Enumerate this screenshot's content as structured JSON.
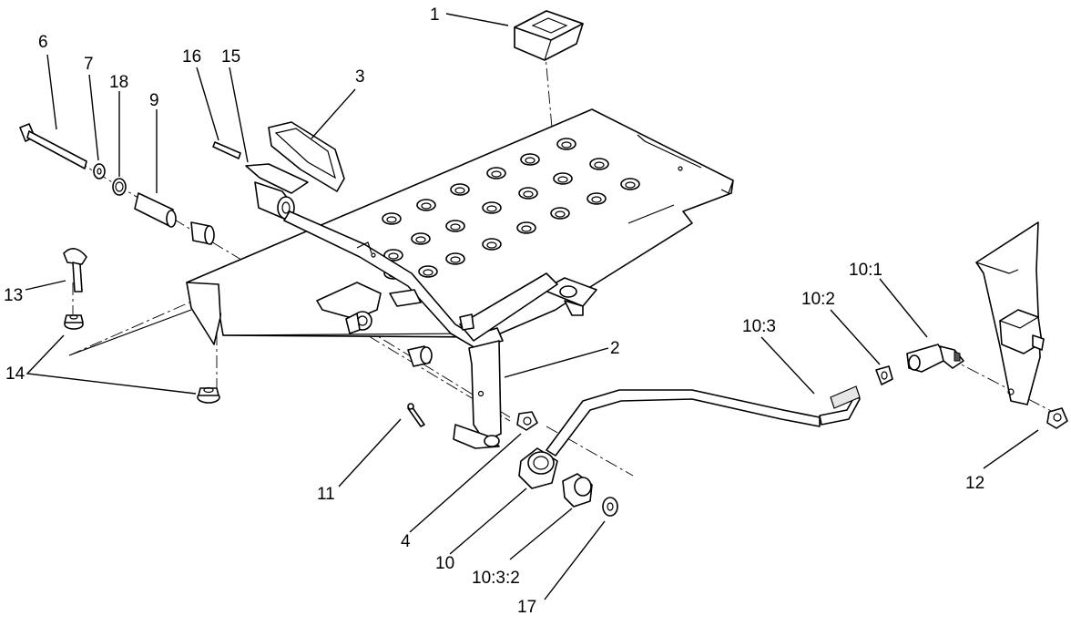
{
  "callouts": {
    "c1": "1",
    "c2": "2",
    "c3": "3",
    "c4": "4",
    "c6": "6",
    "c7": "7",
    "c9": "9",
    "c10": "10",
    "c10_1": "10:1",
    "c10_2": "10:2",
    "c10_3": "10:3",
    "c10_3_2": "10:3:2",
    "c11": "11",
    "c12": "12",
    "c13": "13",
    "c14": "14",
    "c15": "15",
    "c16": "16",
    "c17": "17",
    "c18": "18"
  }
}
